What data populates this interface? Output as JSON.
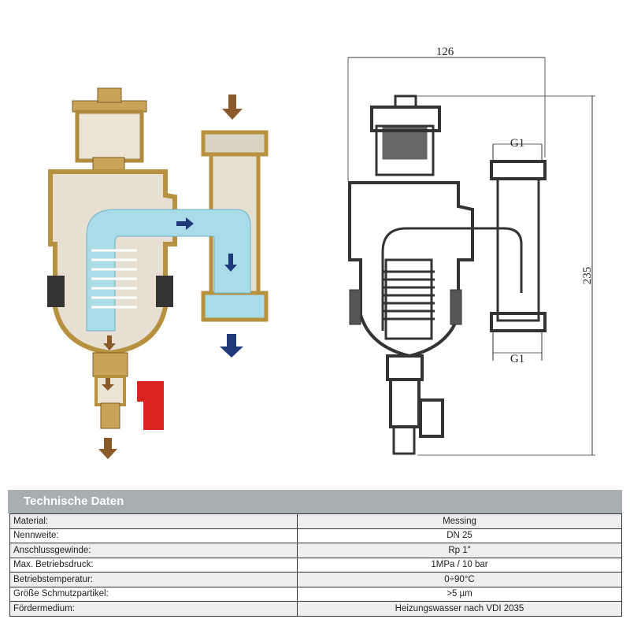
{
  "drawing": {
    "dim_width": "126",
    "dim_height": "235",
    "dim_thread_top": "G1",
    "dim_thread_bottom": "G1"
  },
  "colors": {
    "brass": "#c9a45a",
    "water": "#a9dbe8",
    "arrow_brown": "#8a5a2b",
    "arrow_navy": "#1f3a7a",
    "valve_red": "#d9231f"
  },
  "table": {
    "title": "Technische Daten",
    "rows": [
      {
        "label": "Material:",
        "value": "Messing"
      },
      {
        "label": "Nennweite:",
        "value": "DN 25"
      },
      {
        "label": "Anschlussgewinde:",
        "value": "Rp 1\""
      },
      {
        "label": "Max. Betriebsdruck:",
        "value": "1MPa / 10 bar"
      },
      {
        "label": "Betriebstemperatur:",
        "value": "0÷90°C"
      },
      {
        "label": "Größe Schmutzpartikel:",
        "value": ">5 µm"
      },
      {
        "label": "Fördermedium:",
        "value": "Heizungswasser nach VDI 2035"
      }
    ]
  }
}
